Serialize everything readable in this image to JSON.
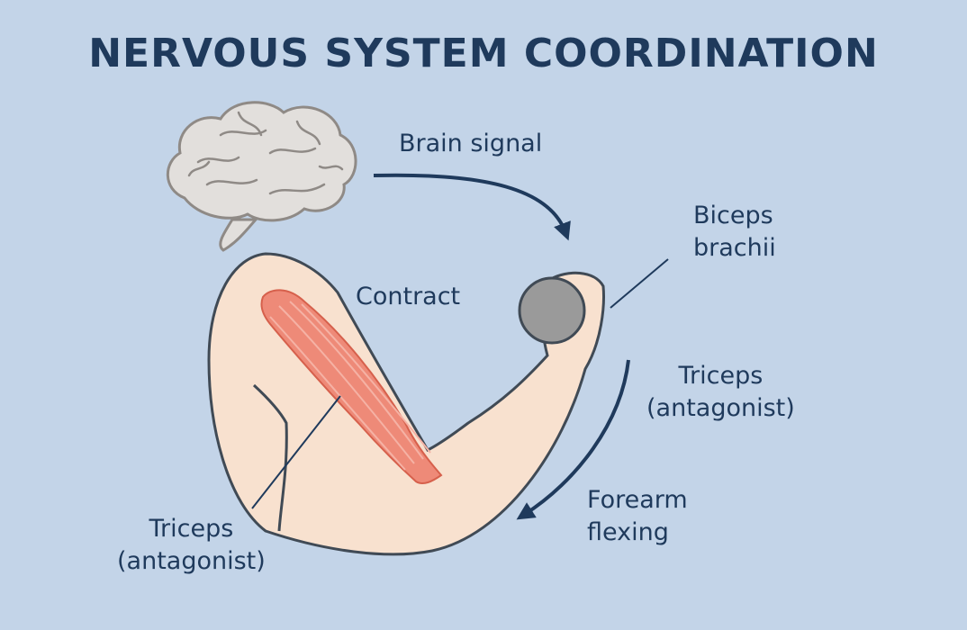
{
  "title": "NERVOUS SYSTEM COORDINATION",
  "labels": {
    "brain_signal": "Brain signal",
    "biceps": [
      "Biceps",
      "brachii"
    ],
    "contract": "Contract",
    "triceps_right": [
      "Triceps",
      "(antagonist)"
    ],
    "forearm": [
      "Forearm",
      "flexing"
    ],
    "triceps_left": [
      "Triceps",
      "(antagonist)"
    ]
  },
  "colors": {
    "background": "#c3d4e8",
    "text": "#1f3a5c",
    "arrow": "#1f3a5c",
    "skin": "#f8e1cf",
    "muscle": "#ee8a78",
    "brain": "#e2dfdc",
    "dumbbell": "#9a9a9a"
  }
}
